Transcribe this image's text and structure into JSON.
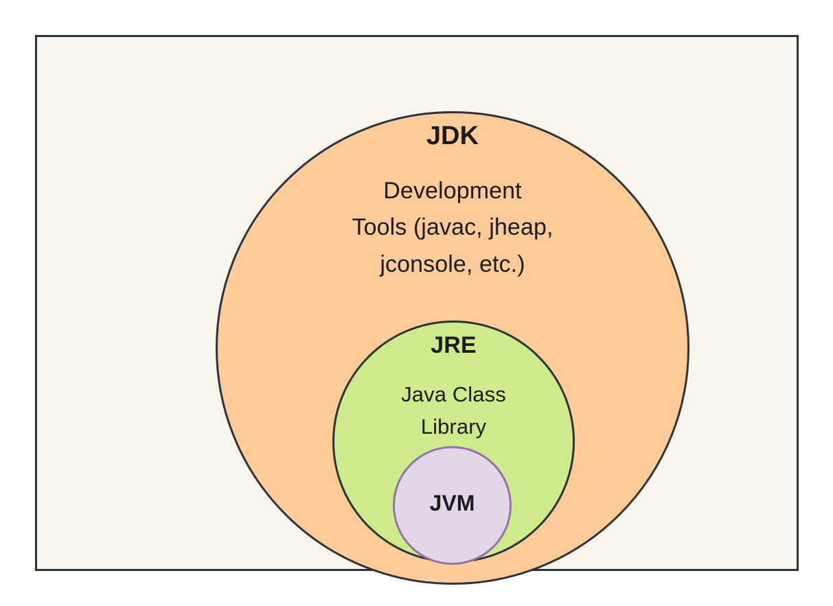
{
  "diagram": {
    "type": "venn-nested-circles",
    "title_semantic": "Java platform component containment diagram",
    "frame": {
      "background_color": "#f8f5ed",
      "border_color": "#2d3339"
    },
    "regions": [
      {
        "id": "jdk",
        "title": "JDK",
        "body": "Development\nTools (javac, jheap,\njconsole, etc.)",
        "fill_color": "#ffcc99",
        "border_color": "#2d3339",
        "level": 0
      },
      {
        "id": "jre",
        "title": "JRE",
        "body": "Java Class\nLibrary",
        "fill_color": "#cdeb8b",
        "border_color": "#2d3339",
        "level": 1
      },
      {
        "id": "jvm",
        "title": "JVM",
        "body": "",
        "fill_color": "#e1d5e7",
        "border_color": "#9673a6",
        "level": 2
      }
    ],
    "text_color": "#1c1c1c"
  }
}
